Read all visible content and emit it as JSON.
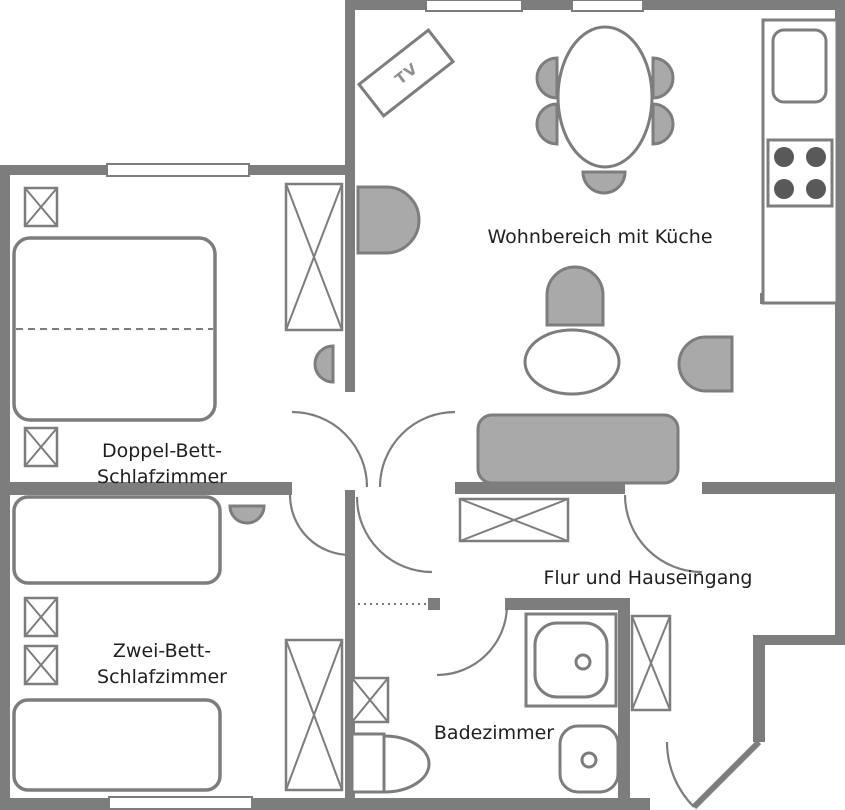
{
  "colors": {
    "background": "#ffffff",
    "wall": "#7d7d7d",
    "outline": "#7d7d7d",
    "furniture_fill": "#a9a9a9",
    "burner": "#595959",
    "text": "#1f1f1f"
  },
  "rooms": {
    "living": {
      "label": "Wohnbereich mit Küche"
    },
    "double_bedroom": {
      "line1": "Doppel-Bett-",
      "line2": "Schlafzimmer"
    },
    "twin_bedroom": {
      "line1": "Zwei-Bett-",
      "line2": "Schlafzimmer"
    },
    "hallway": {
      "label": "Flur und Hauseingang"
    },
    "bathroom": {
      "label": "Badezimmer"
    }
  },
  "tv": {
    "label": "TV"
  }
}
